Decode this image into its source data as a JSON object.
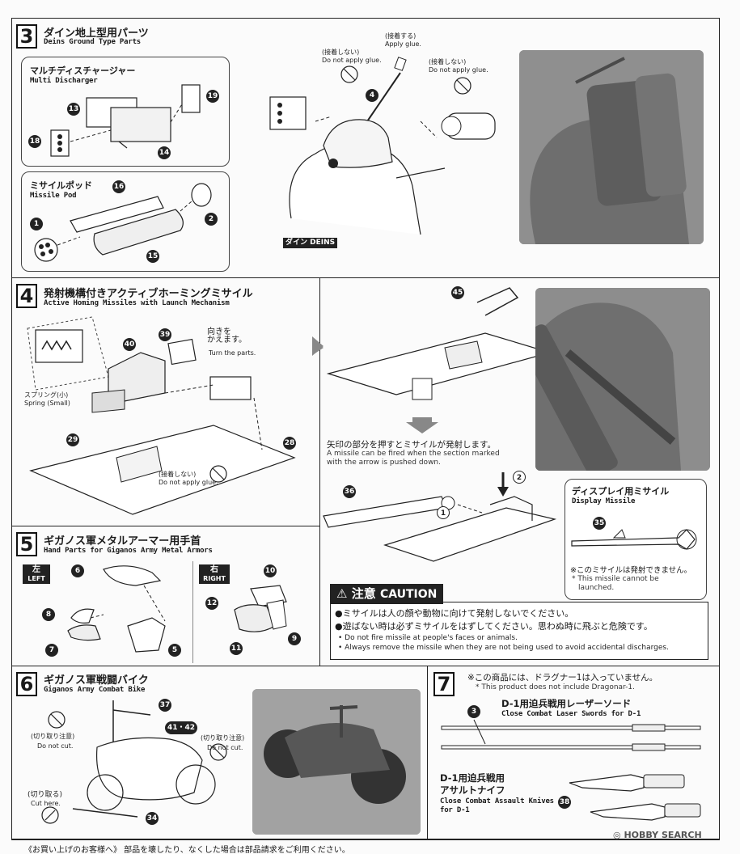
{
  "step3": {
    "number": "3",
    "title_jp": "ダイン地上型用パーツ",
    "title_en": "Deins Ground Type Parts",
    "multi": {
      "title_jp": "マルチディスチャージャー",
      "title_en": "Multi Discharger",
      "parts": [
        "13",
        "19",
        "18",
        "14"
      ]
    },
    "missile_pod": {
      "title_jp": "ミサイルポッド",
      "title_en": "Missile Pod",
      "parts": [
        "16",
        "1",
        "2",
        "15"
      ]
    },
    "notes": {
      "no_glue_jp": "(接着しない)",
      "no_glue_en": "Do not apply glue.",
      "apply_glue_jp": "(接着する)",
      "apply_glue_en": "Apply glue."
    },
    "part_4": "4",
    "deins_label": "ダイン DEINS"
  },
  "step4": {
    "number": "4",
    "title_jp": "発射機構付きアクティブホーミングミサイル",
    "title_en": "Active Homing Missiles with Launch Mechanism",
    "spring_jp": "スプリング(小)",
    "spring_en": "Spring (Small)",
    "turn_jp": "向きを\nかえます。",
    "turn_en": "Turn the parts.",
    "no_glue_jp": "(接着しない)",
    "no_glue_en": "Do not apply glue.",
    "parts": [
      "39",
      "40",
      "29",
      "28",
      "45",
      "36"
    ],
    "fire_jp": "矢印の部分を押すとミサイルが発射します。",
    "fire_en1": "A missile can be fired when the section marked",
    "fire_en2": "with the arrow is pushed down.",
    "display": {
      "title_jp": "ディスプレイ用ミサイル",
      "title_en": "Display Missile",
      "part": "35",
      "note_jp": "※このミサイルは発射できません。",
      "note_en1": "* This missile cannot be",
      "note_en2": "launched."
    }
  },
  "step5": {
    "number": "5",
    "title_jp": "ギガノス軍メタルアーマー用手首",
    "title_en": "Hand Parts for Giganos Army Metal Armors",
    "left_jp": "左",
    "left_en": "LEFT",
    "right_jp": "右",
    "right_en": "RIGHT",
    "left_parts": [
      "6",
      "8",
      "7",
      "5"
    ],
    "right_parts": [
      "10",
      "12",
      "11",
      "9"
    ]
  },
  "caution": {
    "title_jp": "注意",
    "title_en": "CAUTION",
    "line1": "●ミサイルは人の顔や動物に向けて発射しないでください。",
    "line2": "●遊ばない時は必ずミサイルをはずしてください。思わぬ時に飛ぶと危険です。",
    "en1": "• Do not fire missile at people's faces or animals.",
    "en2": "• Always remove the missile when they are not being used to avoid accidental discharges."
  },
  "step6": {
    "number": "6",
    "title_jp": "ギガノス軍戦闘バイク",
    "title_en": "Giganos Army Combat Bike",
    "no_cut_jp": "(切り取り注意)",
    "no_cut_en": "Do not cut.",
    "cut_jp": "(切り取る)",
    "cut_en": "Cut here.",
    "parts": [
      "37",
      "41・42",
      "34"
    ]
  },
  "step7": {
    "number": "7",
    "note_jp": "※この商品には、ドラグナー1は入っていません。",
    "note_en": "* This product does not include Dragonar-1.",
    "sword_jp": "D-1用迫兵戦用レーザーソード",
    "sword_en": "Close Combat Laser Swords for D-1",
    "sword_part": "3",
    "knife_jp1": "D-1用迫兵戦用",
    "knife_jp2": "アサルトナイフ",
    "knife_en1": "Close Combat Assault Knives",
    "knife_en2": "for D-1",
    "knife_part": "38"
  },
  "footer": {
    "text": "《お買い上げのお客様へ》 部品を壊したり、なくした場合は部品請求をご利用ください。"
  },
  "watermark": "HOBBY SEARCH"
}
